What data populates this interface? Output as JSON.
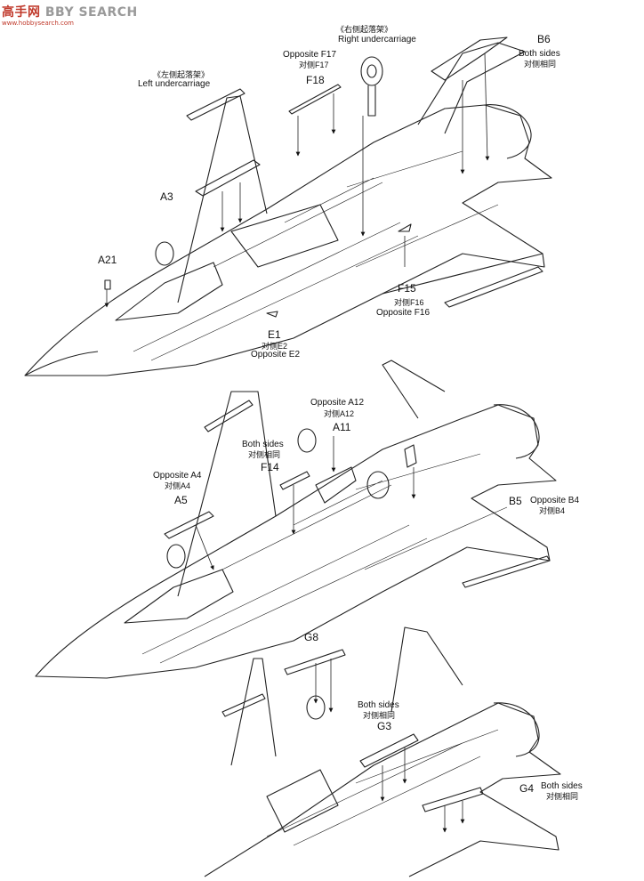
{
  "watermark": {
    "brand": "高手网",
    "text": "BBY SEARCH",
    "sub": "www.hobbysearch.com"
  },
  "labels": {
    "right_undercarriage_cn": "《右侧起落架》",
    "right_undercarriage": "Right undercarriage",
    "opposite_f17": "Opposite F17",
    "opp_f17_cn": "对侧F17",
    "f18": "F18",
    "b6": "B6",
    "both_sides_b6": "Both sides",
    "both_sides_b6_cn": "对侧相同",
    "left_undercarriage_cn": "《左侧起落架》",
    "left_undercarriage": "Left undercarriage",
    "a3": "A3",
    "a21": "A21",
    "f15": "F15",
    "opp_f16_cn": "对侧F16",
    "opposite_f16": "Opposite F16",
    "e1": "E1",
    "opp_e2_cn": "对侧E2",
    "opposite_e2": "Opposite E2",
    "opposite_a12": "Opposite A12",
    "opp_a12_cn": "对侧A12",
    "a11": "A11",
    "both_sides_f14": "Both sides",
    "both_sides_f14_cn": "对侧相同",
    "f14": "F14",
    "opposite_a4": "Opposite A4",
    "opp_a4_cn": "对侧A4",
    "a5": "A5",
    "b5": "B5",
    "opposite_b4": "Opposite B4",
    "opp_b4_cn": "对侧B4",
    "g8": "G8",
    "both_sides_g3": "Both sides",
    "both_sides_g3_cn": "对侧相同",
    "g3": "G3",
    "g4": "G4",
    "both_sides_g4": "Both sides",
    "both_sides_g4_cn": "对侧相同"
  }
}
